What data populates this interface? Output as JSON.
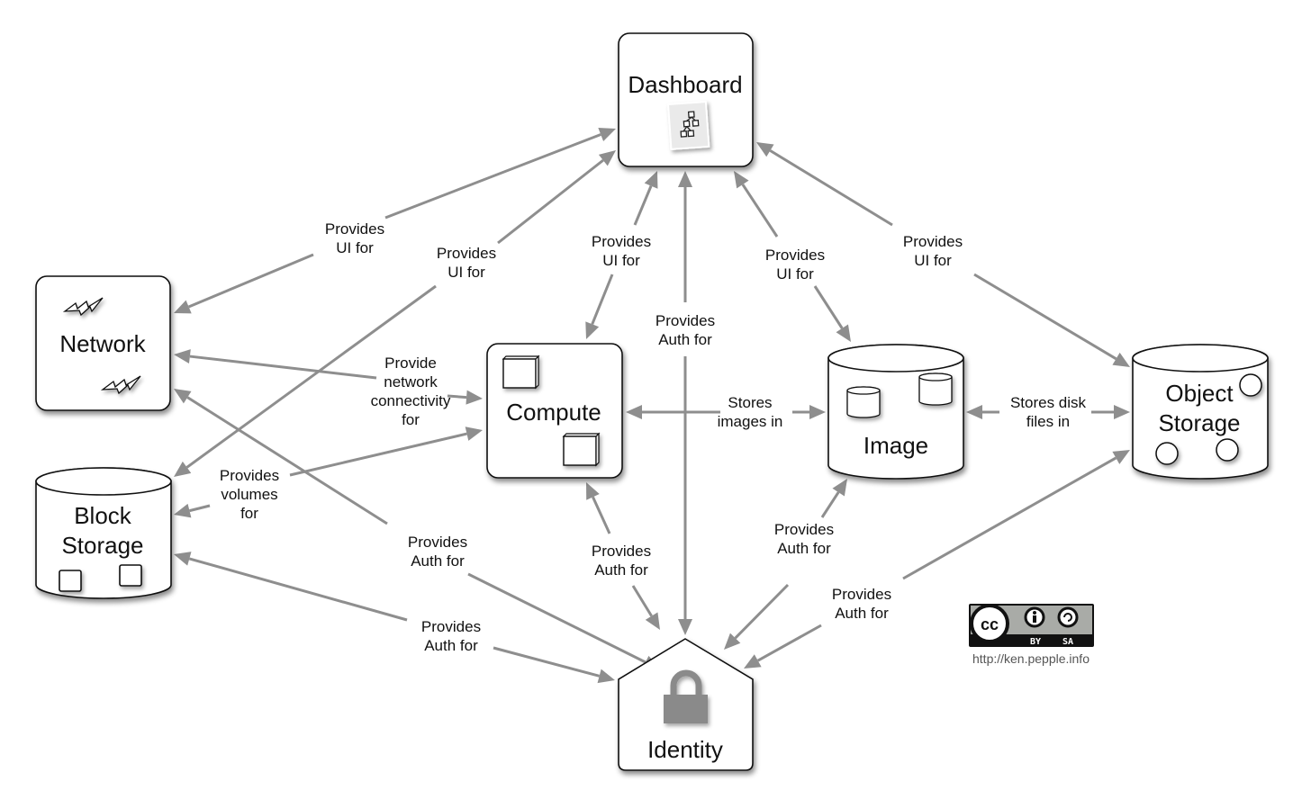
{
  "diagram": {
    "nodes": {
      "dashboard": {
        "title": "Dashboard",
        "icon": "org-chart-document-icon"
      },
      "network": {
        "title": "Network",
        "icon": "lightning-bolt-icon"
      },
      "block_storage": {
        "title_line1": "Block",
        "title_line2": "Storage",
        "icon": "cube-icon"
      },
      "compute": {
        "title": "Compute",
        "icon": "server-box-icon"
      },
      "image": {
        "title": "Image",
        "icon": "small-cylinder-icon"
      },
      "object_storage": {
        "title_line1": "Object",
        "title_line2": "Storage",
        "icon": "circle-object-icon"
      },
      "identity": {
        "title": "Identity",
        "icon": "padlock-icon"
      }
    },
    "edges": [
      {
        "id": "dash-network",
        "from": "dashboard",
        "to": "network",
        "direction": "both",
        "label": [
          "Provides",
          "UI for"
        ]
      },
      {
        "id": "dash-block",
        "from": "dashboard",
        "to": "block_storage",
        "direction": "both",
        "label": [
          "Provides",
          "UI for"
        ]
      },
      {
        "id": "dash-compute",
        "from": "dashboard",
        "to": "compute",
        "direction": "both",
        "label": [
          "Provides",
          "UI for"
        ]
      },
      {
        "id": "identity-dash",
        "from": "identity",
        "to": "dashboard",
        "direction": "both",
        "label": [
          "Provides",
          "Auth for"
        ]
      },
      {
        "id": "dash-image",
        "from": "dashboard",
        "to": "image",
        "direction": "both",
        "label": [
          "Provides",
          "UI for"
        ]
      },
      {
        "id": "dash-object",
        "from": "dashboard",
        "to": "object_storage",
        "direction": "both",
        "label": [
          "Provides",
          "UI for"
        ]
      },
      {
        "id": "network-compute",
        "from": "network",
        "to": "compute",
        "direction": "both",
        "label": [
          "Provide",
          "network",
          "connectivity",
          "for"
        ]
      },
      {
        "id": "block-compute",
        "from": "block_storage",
        "to": "compute",
        "direction": "both",
        "label": [
          "Provides",
          "volumes",
          "for"
        ]
      },
      {
        "id": "compute-image",
        "from": "compute",
        "to": "image",
        "direction": "both",
        "label": [
          "Stores",
          "images in"
        ]
      },
      {
        "id": "image-object",
        "from": "image",
        "to": "object_storage",
        "direction": "both",
        "label": [
          "Stores disk",
          "files in"
        ]
      },
      {
        "id": "network-identity",
        "from": "network",
        "to": "identity",
        "direction": "both",
        "label": [
          "Provides",
          "Auth for"
        ]
      },
      {
        "id": "compute-identity",
        "from": "compute",
        "to": "identity",
        "direction": "both",
        "label": [
          "Provides",
          "Auth for"
        ]
      },
      {
        "id": "image-identity",
        "from": "image",
        "to": "identity",
        "direction": "both",
        "label": [
          "Provides",
          "Auth for"
        ]
      },
      {
        "id": "block-identity",
        "from": "block_storage",
        "to": "identity",
        "direction": "both",
        "label": [
          "Provides",
          "Auth for"
        ]
      },
      {
        "id": "object-identity",
        "from": "object_storage",
        "to": "identity",
        "direction": "both",
        "label": [
          "Provides",
          "Auth for"
        ]
      }
    ],
    "license": {
      "badge": {
        "cc": "cc",
        "by": "BY",
        "sa": "SA"
      },
      "credit_url": "http://ken.pepple.info"
    },
    "colors": {
      "edge": "#8e8e8e",
      "node_stroke": "#111111",
      "lock": "#8a8a8a"
    }
  }
}
